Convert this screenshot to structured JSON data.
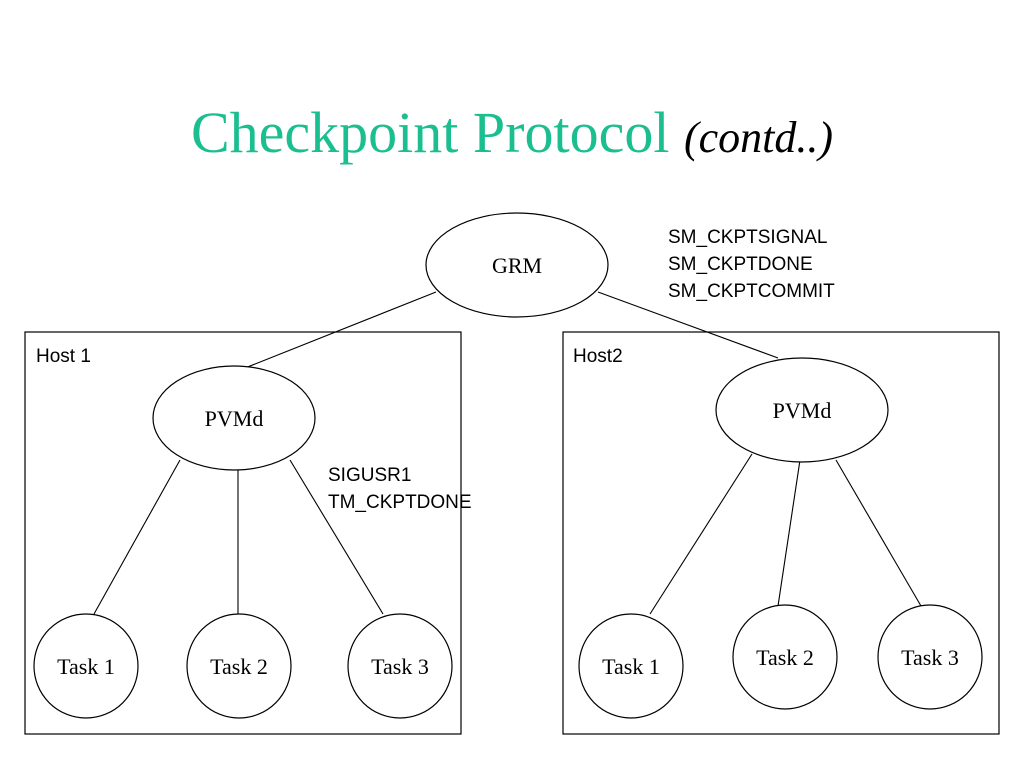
{
  "slide": {
    "title_main": "Checkpoint Protocol",
    "title_sub": "(contd..)"
  },
  "grm": {
    "label": "GRM"
  },
  "grm_messages": [
    "SM_CKPTSIGNAL",
    "SM_CKPTDONE",
    "SM_CKPTCOMMIT"
  ],
  "host1": {
    "label": "Host 1",
    "pvmd_label": "PVMd",
    "messages": [
      "SIGUSR1",
      "TM_CKPTDONE"
    ],
    "tasks": [
      "Task 1",
      "Task 2",
      "Task 3"
    ]
  },
  "host2": {
    "label": "Host2",
    "pvmd_label": "PVMd",
    "tasks": [
      "Task 1",
      "Task 2",
      "Task 3"
    ]
  }
}
